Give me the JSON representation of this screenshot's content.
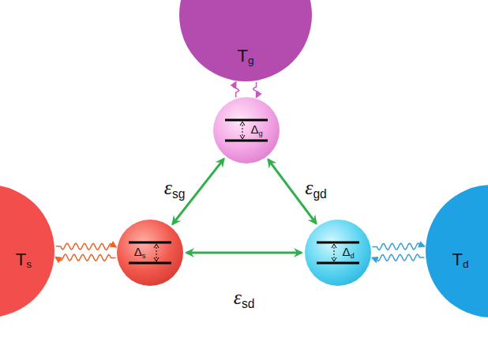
{
  "diagram": {
    "nodes": [
      {
        "text": [
          "Tg"
        ]
      },
      {
        "text": [
          "Δg"
        ]
      },
      {
        "text": [
          "Ts"
        ]
      },
      {
        "text": [
          "Δs"
        ]
      },
      {
        "text": [
          "Δd"
        ]
      },
      {
        "text": [
          "Td"
        ]
      }
    ],
    "edges": [
      {
        "from": 0,
        "to": 1,
        "arrow": "to"
      },
      {
        "from": 1,
        "to": 0,
        "arrow": "to"
      },
      {
        "from": 2,
        "to": 3,
        "arrow": "to"
      },
      {
        "from": 3,
        "to": 2,
        "arrow": "to"
      },
      {
        "from": 4,
        "to": 5,
        "arrow": "to"
      },
      {
        "from": 5,
        "to": 4,
        "arrow": "to"
      },
      {
        "from": 3,
        "to": 1,
        "arrow": "both",
        "label": "εsg"
      },
      {
        "from": 1,
        "to": 4,
        "arrow": "both",
        "label": "εgd"
      },
      {
        "from": 3,
        "to": 4,
        "arrow": "both",
        "label": "εsd"
      }
    ]
  }
}
